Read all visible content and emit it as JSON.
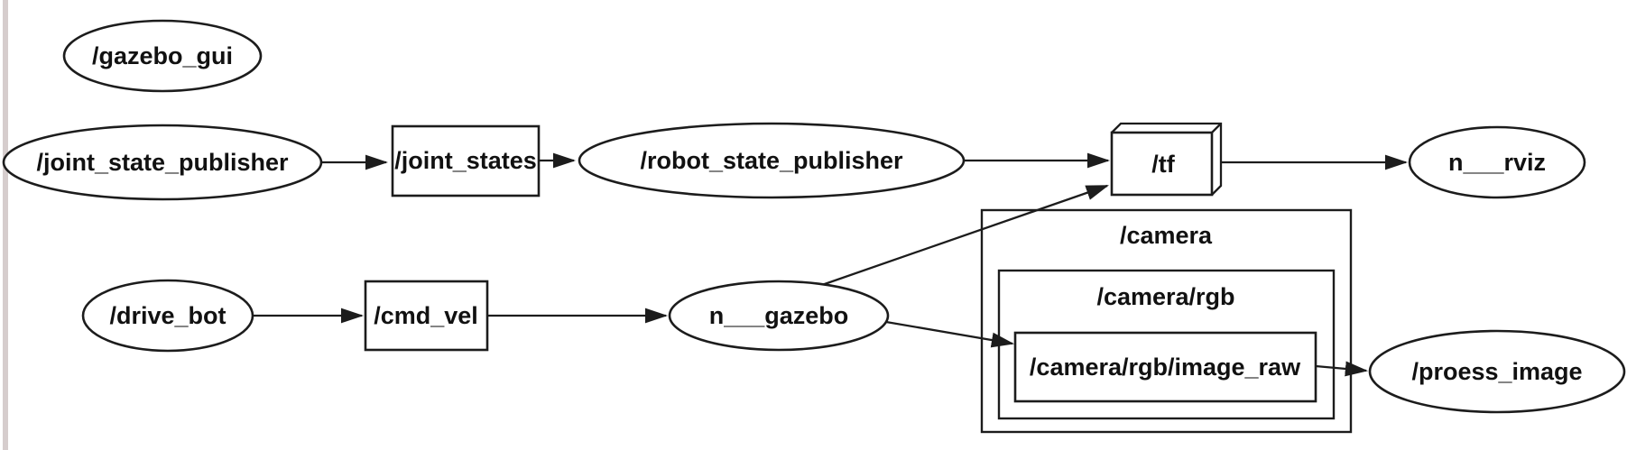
{
  "graph": {
    "title": "ros-node-graph",
    "colors": {
      "background": "#ffffff",
      "stroke": "#1c1c1c",
      "text": "#111111",
      "left_strip": "#d6cdcd"
    },
    "nodes": {
      "gazebo_gui": {
        "label": "/gazebo_gui",
        "shape": "ellipse"
      },
      "joint_state_publisher": {
        "label": "/joint_state_publisher",
        "shape": "ellipse"
      },
      "joint_states": {
        "label": "/joint_states",
        "shape": "rectangle"
      },
      "robot_state_publisher": {
        "label": "/robot_state_publisher",
        "shape": "ellipse"
      },
      "tf": {
        "label": "/tf",
        "shape": "box3d"
      },
      "rviz": {
        "label": "n___rviz",
        "shape": "ellipse"
      },
      "drive_bot": {
        "label": "/drive_bot",
        "shape": "ellipse"
      },
      "cmd_vel": {
        "label": "/cmd_vel",
        "shape": "rectangle"
      },
      "gazebo": {
        "label": "n___gazebo",
        "shape": "ellipse"
      },
      "image_raw": {
        "label": "/camera/rgb/image_raw",
        "shape": "rectangle"
      },
      "proess_image": {
        "label": "/proess_image",
        "shape": "ellipse"
      }
    },
    "clusters": [
      {
        "id": "camera",
        "label": "/camera"
      },
      {
        "id": "camera_rgb",
        "label": "/camera/rgb"
      }
    ],
    "edges": [
      {
        "from": "/joint_state_publisher",
        "to": "/joint_states"
      },
      {
        "from": "/joint_states",
        "to": "/robot_state_publisher"
      },
      {
        "from": "/robot_state_publisher",
        "to": "/tf"
      },
      {
        "from": "/tf",
        "to": "n___rviz"
      },
      {
        "from": "/drive_bot",
        "to": "/cmd_vel"
      },
      {
        "from": "/cmd_vel",
        "to": "n___gazebo"
      },
      {
        "from": "n___gazebo",
        "to": "/tf"
      },
      {
        "from": "n___gazebo",
        "to": "/camera/rgb/image_raw"
      },
      {
        "from": "/camera/rgb/image_raw",
        "to": "/proess_image"
      }
    ]
  }
}
